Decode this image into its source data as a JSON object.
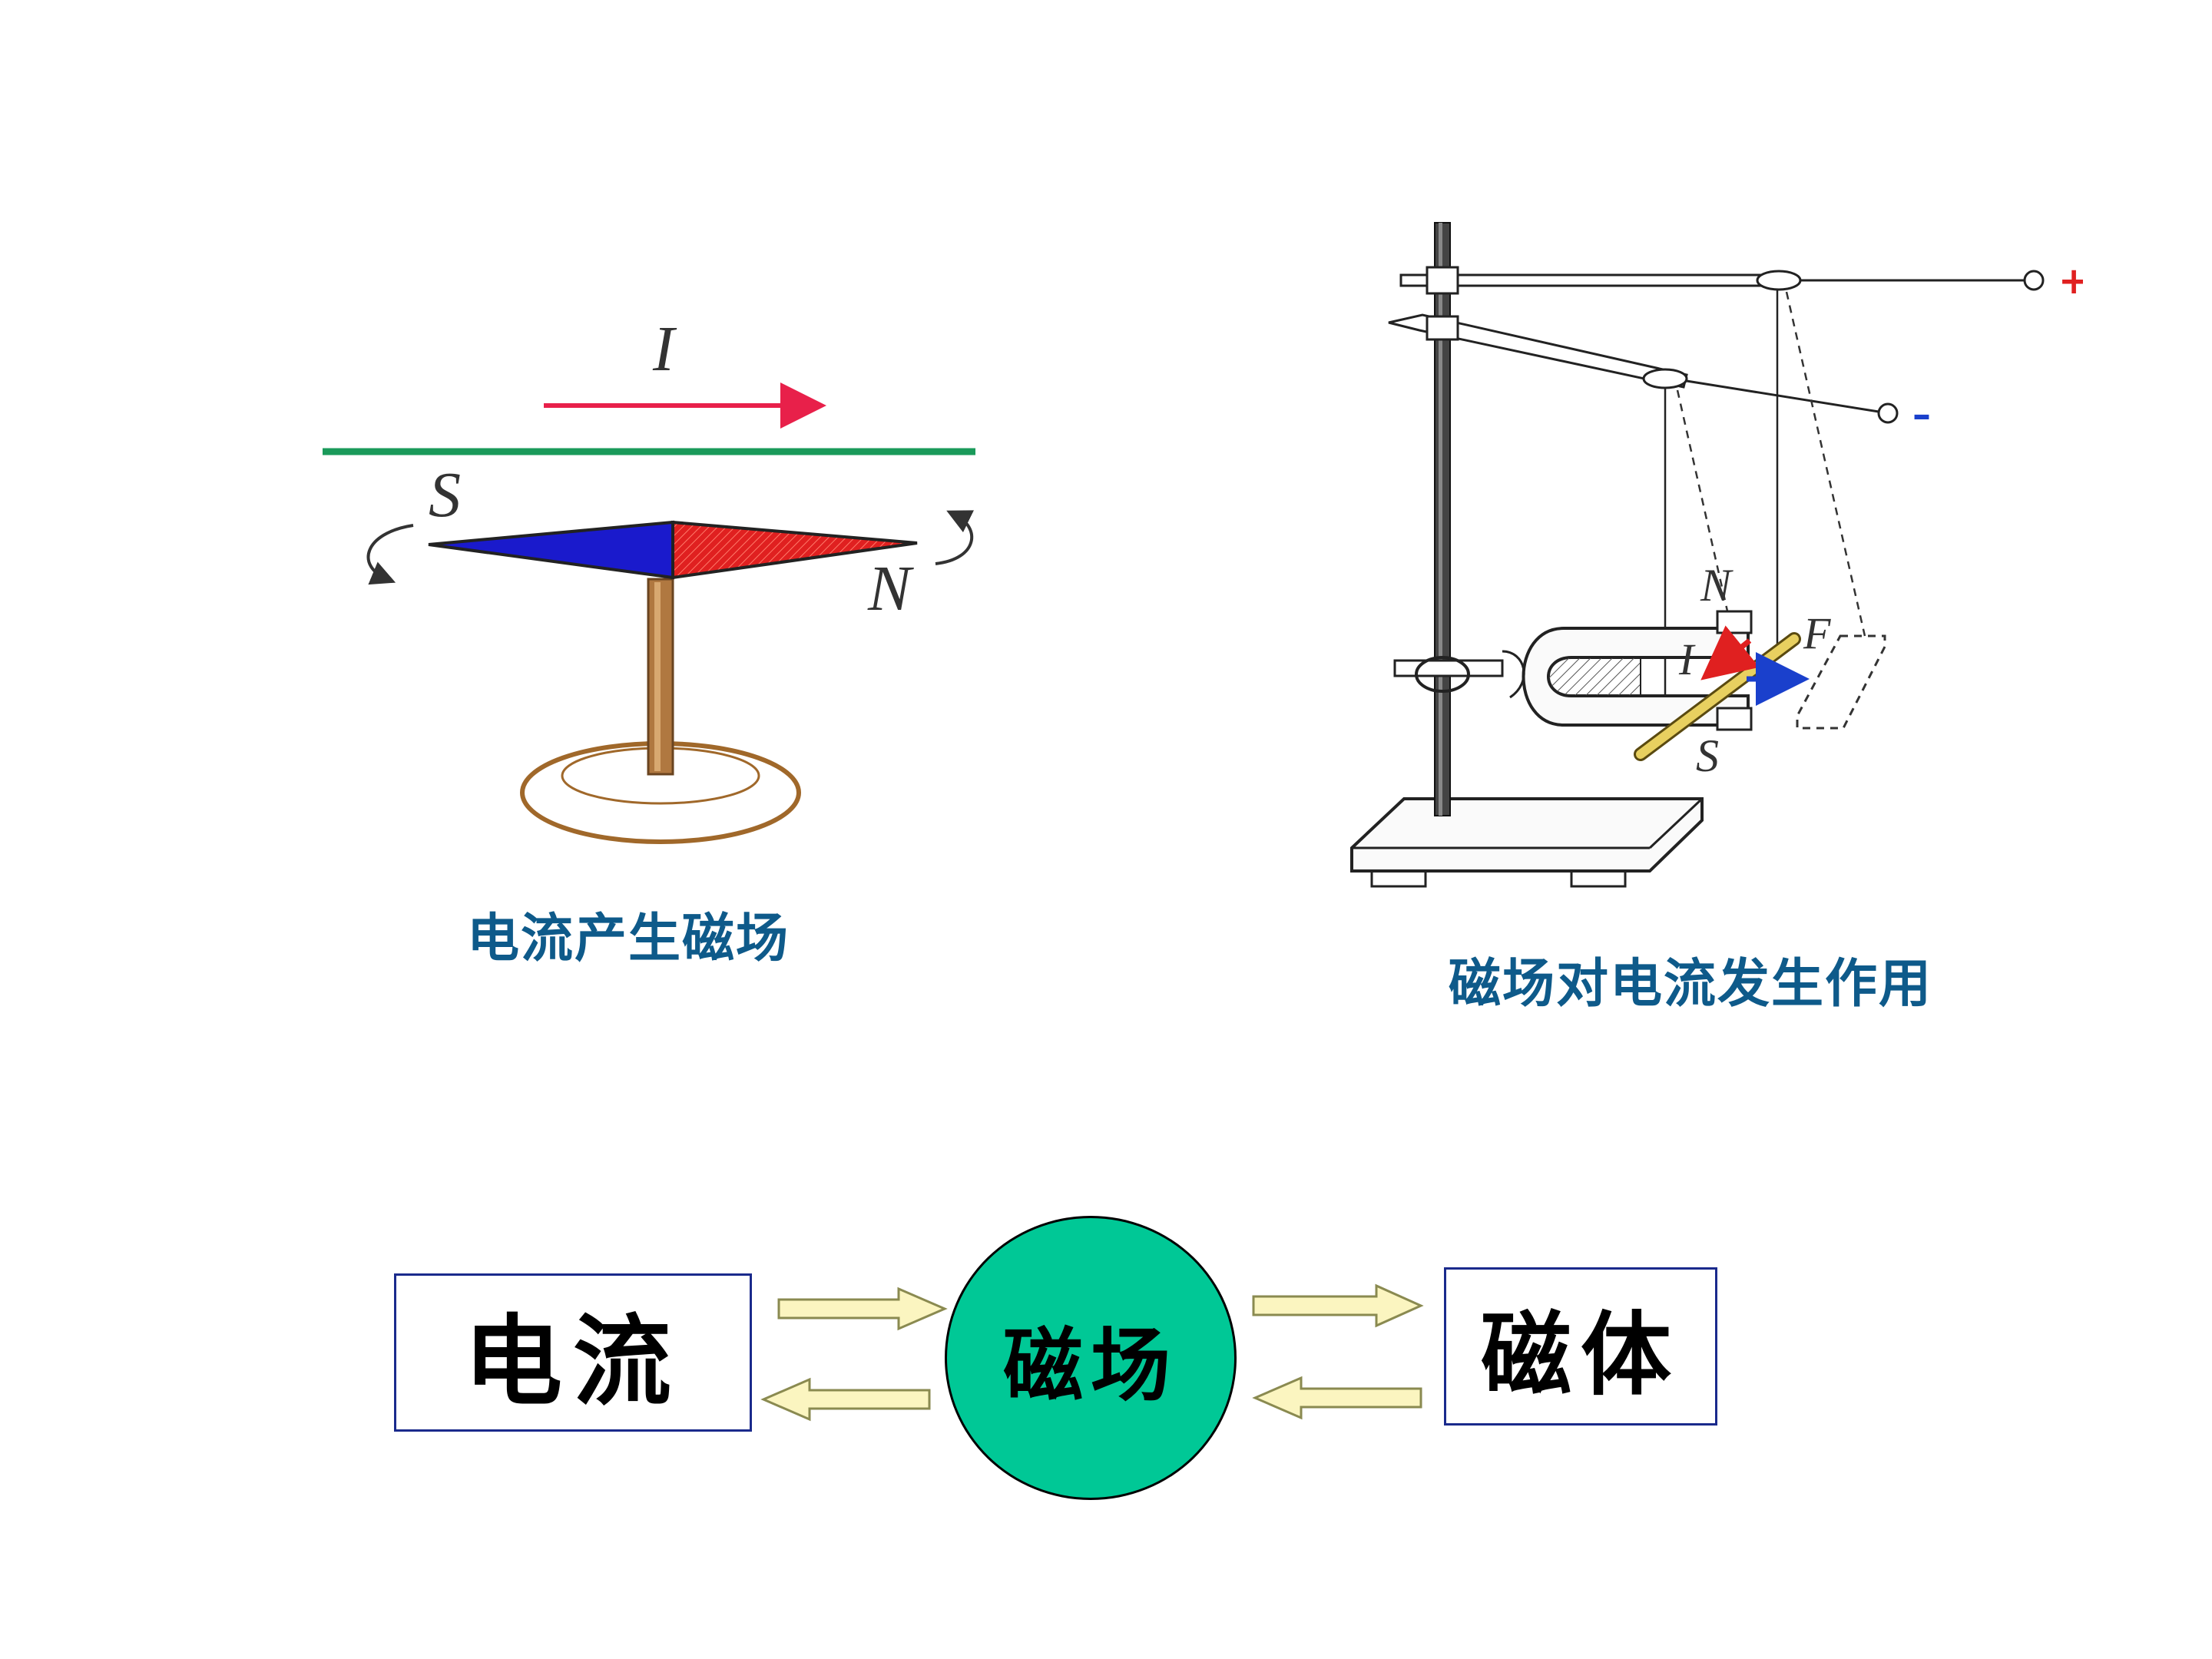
{
  "left_panel": {
    "caption": "电流产生磁场",
    "labels": {
      "current": "I",
      "south": "S",
      "north": "N"
    },
    "colors": {
      "wire": "#1a9a5a",
      "current_arrow": "#e8204a",
      "needle_south": "#1a1acc",
      "needle_north": "#e02020",
      "stand": "#b07840"
    }
  },
  "right_panel": {
    "caption": "磁场对电流发生作用",
    "labels": {
      "plus": "+",
      "minus": "–",
      "north": "N",
      "south": "S",
      "current": "I",
      "force": "F"
    },
    "colors": {
      "plus": "#e02020",
      "minus": "#1a40cc",
      "rod": "#e8d060",
      "current_arrow": "#e02020",
      "force_arrow": "#1a40cc"
    }
  },
  "concept_map": {
    "left_box": "电流",
    "center": "磁场",
    "right_box": "磁体",
    "colors": {
      "circle": "#00c896",
      "box_border": "#1a2a8c",
      "arrow_fill": "#fbf5c0",
      "arrow_stroke": "#8a8a50"
    }
  }
}
